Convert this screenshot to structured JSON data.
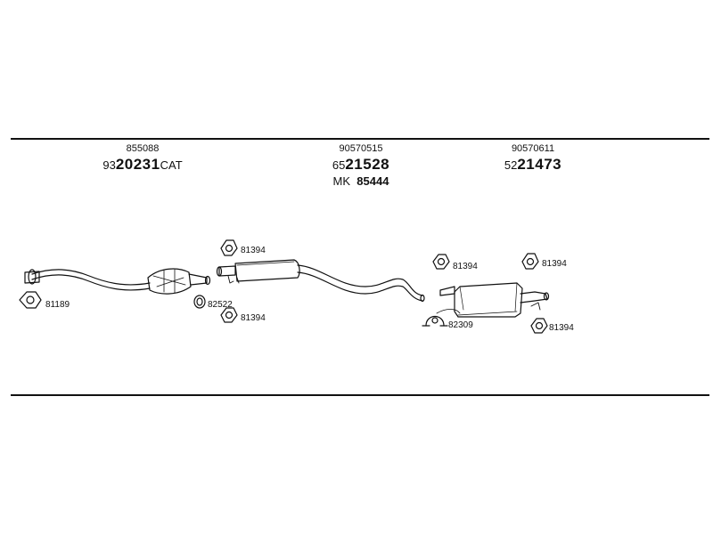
{
  "groups": [
    {
      "part_no": "855088",
      "code_prefix": "93",
      "code_main": "20231",
      "code_suffix": "CAT",
      "extra_prefix": "",
      "extra_main": ""
    },
    {
      "part_no": "90570515",
      "code_prefix": "65",
      "code_main": "21528",
      "code_suffix": "",
      "extra_prefix": "MK",
      "extra_main": "85444"
    },
    {
      "part_no": "90570611",
      "code_prefix": "52",
      "code_main": "21473",
      "code_suffix": "",
      "extra_prefix": "",
      "extra_main": ""
    }
  ],
  "callouts": {
    "c1": "81189",
    "c2": "82522",
    "c3": "81394",
    "c4": "81394",
    "c5": "81394",
    "c6": "82309",
    "c7": "81394",
    "c8": "81394"
  }
}
